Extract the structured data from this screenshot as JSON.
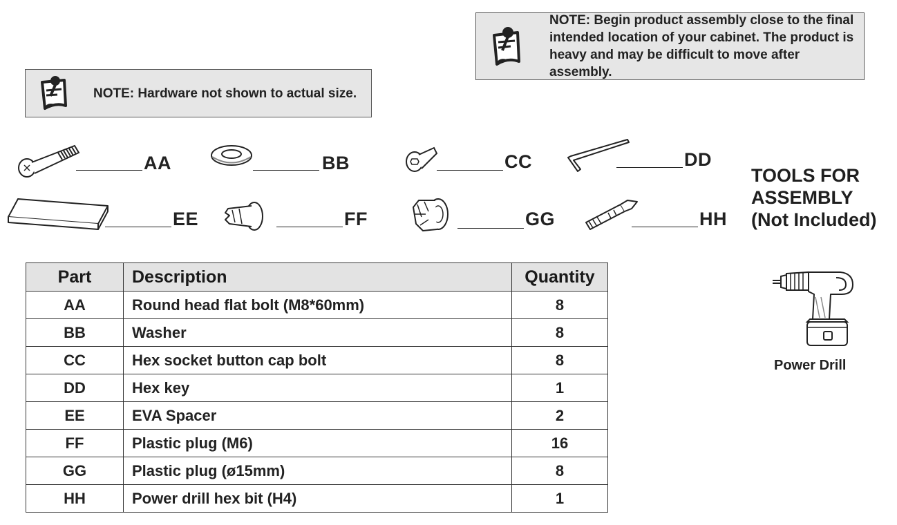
{
  "notes": {
    "top": {
      "label": "NOTE:",
      "text": "Begin product assembly close to the final intended location of your cabinet. The product is heavy and may be difficult to move after assembly."
    },
    "left": {
      "label": "NOTE:",
      "text": "Hardware not shown to actual size."
    }
  },
  "hardware": [
    {
      "code": "AA",
      "icon": "round-head-flat-bolt-icon"
    },
    {
      "code": "BB",
      "icon": "washer-icon"
    },
    {
      "code": "CC",
      "icon": "hex-socket-button-cap-bolt-icon"
    },
    {
      "code": "DD",
      "icon": "hex-key-icon"
    },
    {
      "code": "EE",
      "icon": "eva-spacer-icon"
    },
    {
      "code": "FF",
      "icon": "plastic-plug-m6-icon"
    },
    {
      "code": "GG",
      "icon": "plastic-plug-15mm-icon"
    },
    {
      "code": "HH",
      "icon": "power-drill-hex-bit-icon"
    }
  ],
  "tools": {
    "title_line1": "TOOLS FOR",
    "title_line2": "ASSEMBLY",
    "title_line3": "(Not Included)",
    "drill_label": "Power Drill",
    "drill_icon": "power-drill-icon"
  },
  "table": {
    "headers": [
      "Part",
      "Description",
      "Quantity"
    ],
    "rows": [
      {
        "part": "AA",
        "description": "Round head flat bolt (M8*60mm)",
        "quantity": "8"
      },
      {
        "part": "BB",
        "description": "Washer",
        "quantity": "8"
      },
      {
        "part": "CC",
        "description": "Hex socket button cap bolt",
        "quantity": "8"
      },
      {
        "part": "DD",
        "description": "Hex key",
        "quantity": "1"
      },
      {
        "part": "EE",
        "description": "EVA Spacer",
        "quantity": "2"
      },
      {
        "part": "FF",
        "description": "Plastic plug (M6)",
        "quantity": "16"
      },
      {
        "part": "GG",
        "description": "Plastic plug (ø15mm)",
        "quantity": "8"
      },
      {
        "part": "HH",
        "description": "Power drill hex bit (H4)",
        "quantity": "1"
      }
    ]
  },
  "colors": {
    "note_background": "#e6e6e6",
    "table_header_background": "#e3e3e3",
    "ink": "#222222"
  }
}
